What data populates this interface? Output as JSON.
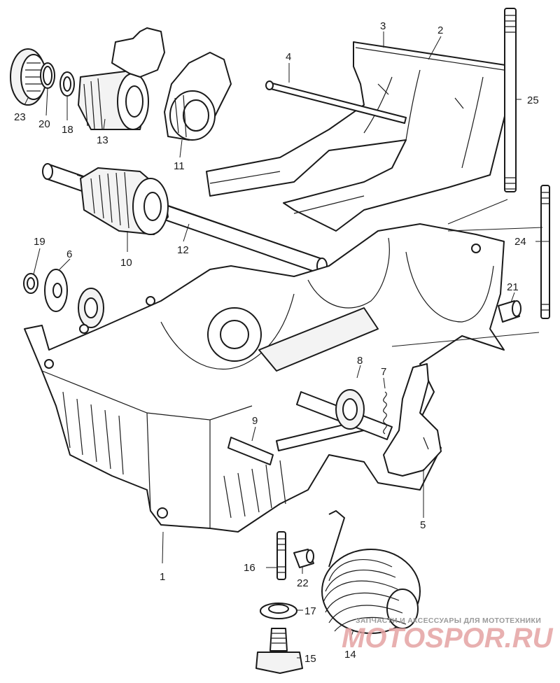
{
  "diagram": {
    "parts": [
      {
        "id": "p1",
        "label": "1"
      },
      {
        "id": "p2",
        "label": "2"
      },
      {
        "id": "p3",
        "label": "3"
      },
      {
        "id": "p4",
        "label": "4"
      },
      {
        "id": "p5",
        "label": "5"
      },
      {
        "id": "p6",
        "label": "6"
      },
      {
        "id": "p7",
        "label": "7"
      },
      {
        "id": "p8",
        "label": "8"
      },
      {
        "id": "p9",
        "label": "9"
      },
      {
        "id": "p10",
        "label": "10"
      },
      {
        "id": "p11",
        "label": "11"
      },
      {
        "id": "p12",
        "label": "12"
      },
      {
        "id": "p13",
        "label": "13"
      },
      {
        "id": "p14",
        "label": "14"
      },
      {
        "id": "p15",
        "label": "15"
      },
      {
        "id": "p16",
        "label": "16"
      },
      {
        "id": "p17",
        "label": "17"
      },
      {
        "id": "p18",
        "label": "18"
      },
      {
        "id": "p19",
        "label": "19"
      },
      {
        "id": "p20",
        "label": "20"
      },
      {
        "id": "p21",
        "label": "21"
      },
      {
        "id": "p22",
        "label": "22"
      },
      {
        "id": "p23",
        "label": "23"
      },
      {
        "id": "p24",
        "label": "24"
      },
      {
        "id": "p25",
        "label": "25"
      }
    ]
  },
  "watermark": {
    "caption": "ЗАПЧАСТИ И АКСЕССУАРЫ ДЛЯ МОТОТЕХНИКИ",
    "brand": "MOTOSPOR.RU"
  }
}
